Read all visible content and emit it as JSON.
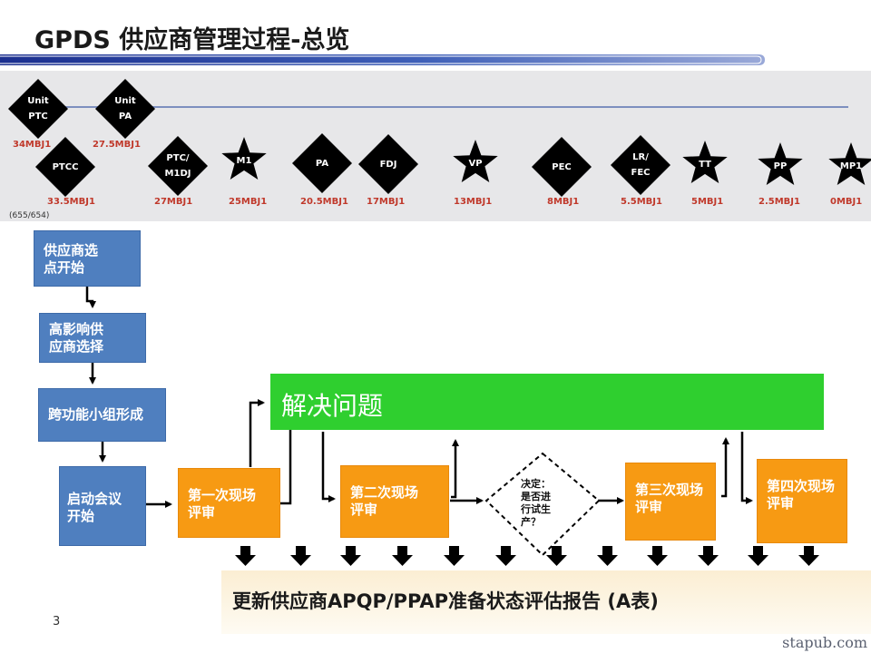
{
  "slide": {
    "title": "GPDS 供应商管理过程-总览",
    "page_number": "3",
    "watermark": "stapub.com"
  },
  "timeline": {
    "scale_note": "(655/654)",
    "milestones": [
      {
        "id": "unit-ptc",
        "label": "Unit\nPTC",
        "shape": "diamond",
        "mbj": "34MBJ1"
      },
      {
        "id": "unit-pa",
        "label": "Unit\nPA",
        "shape": "diamond",
        "mbj": "27.5MBJ1"
      },
      {
        "id": "ptcc",
        "label": "PTCC",
        "shape": "diamond",
        "mbj": "33.5MBJ1"
      },
      {
        "id": "ptc-m1dj",
        "label": "PTC/\nM1DJ",
        "shape": "diamond",
        "mbj": "27MBJ1"
      },
      {
        "id": "m1",
        "label": "M1",
        "shape": "star",
        "mbj": "25MBJ1"
      },
      {
        "id": "pa",
        "label": "PA",
        "shape": "diamond",
        "mbj": "20.5MBJ1"
      },
      {
        "id": "fdj",
        "label": "FDJ",
        "shape": "diamond",
        "mbj": "17MBJ1"
      },
      {
        "id": "vp",
        "label": "VP",
        "shape": "star",
        "mbj": "13MBJ1"
      },
      {
        "id": "pec",
        "label": "PEC",
        "shape": "diamond",
        "mbj": "8MBJ1"
      },
      {
        "id": "lr-fec",
        "label": "LR/\nFEC",
        "shape": "diamond",
        "mbj": "5.5MBJ1"
      },
      {
        "id": "tt",
        "label": "TT",
        "shape": "star",
        "mbj": "5MBJ1"
      },
      {
        "id": "pp",
        "label": "PP",
        "shape": "star",
        "mbj": "2.5MBJ1"
      },
      {
        "id": "mp1",
        "label": "MP1",
        "shape": "star",
        "mbj": "0MBJ1"
      }
    ]
  },
  "flow": {
    "supplier_selection_start": "供应商选\n点开始",
    "high_impact_selection": "高影响供\n应商选择",
    "cross_functional_team": "跨功能小组形成",
    "kickoff_meeting": "启动会议\n开始",
    "site_review_1": "第一次现场\n评审",
    "site_review_2": "第二次现场\n评审",
    "site_review_3": "第三次现场\n评审",
    "site_review_4": "第四次现场\n评审",
    "solve_problems": "解决问题",
    "decision": "决定：\n是否进\n行试生\n产？",
    "status_report": "更新供应商APQP/PPAP准备状态评估报告 (A表)"
  },
  "colors": {
    "blue_box": "#4f7fbf",
    "orange_box": "#f79a13",
    "green_box": "#2fcf2f",
    "mbj_text": "#c0392b",
    "timeline_band": "#e7e7e9"
  }
}
